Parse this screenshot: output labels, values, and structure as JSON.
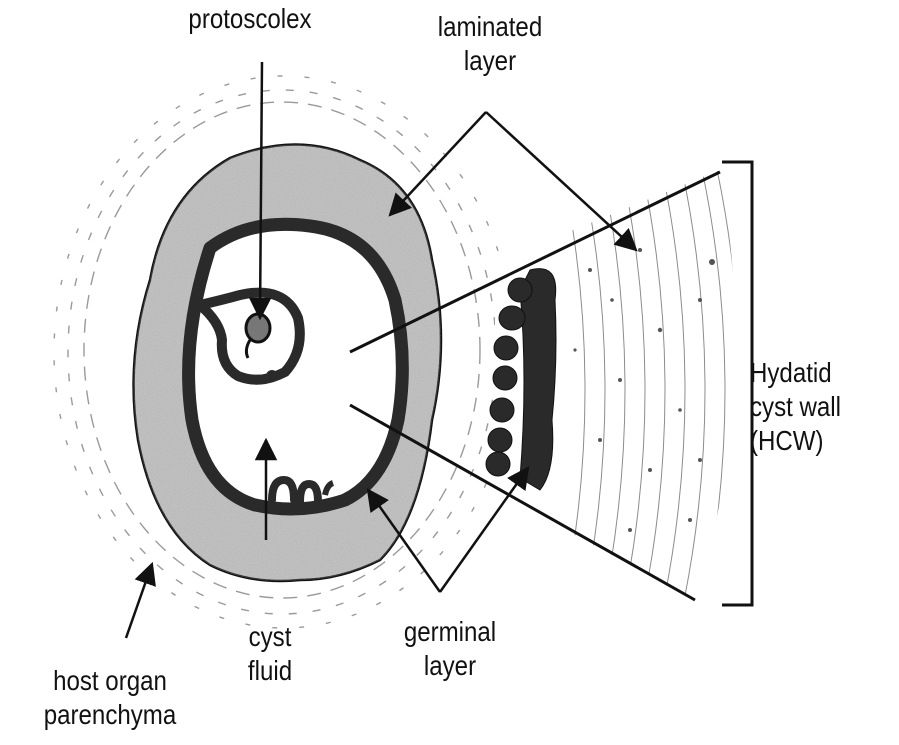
{
  "labels": {
    "protoscolex": "protoscolex",
    "laminated_layer_1": "laminated",
    "laminated_layer_2": "layer",
    "hcw_1": "Hydatid",
    "hcw_2": "cyst wall",
    "hcw_3": "(HCW)",
    "host_1": "host organ",
    "host_2": "parenchyma",
    "fluid_1": "cyst",
    "fluid_2": "fluid",
    "germinal_1": "germinal",
    "germinal_2": "layer"
  },
  "colors": {
    "ink": "#111111",
    "laminated_fill": "#c9c9c9",
    "germinal_fill": "#2a2a2a",
    "background": "#ffffff"
  }
}
